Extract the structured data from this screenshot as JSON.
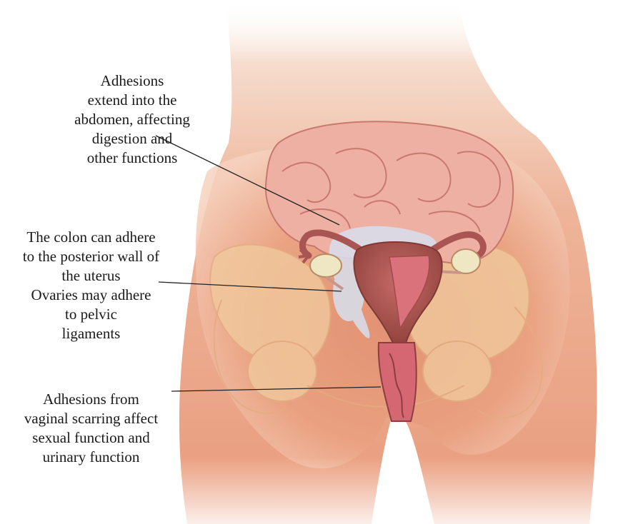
{
  "labels": {
    "abdomen": [
      "Adhesions",
      "extend into the",
      "abdomen, affecting",
      "digestion and",
      "other functions"
    ],
    "colon": [
      "The colon can adhere",
      "to the posterior wall of",
      "the uterus"
    ],
    "ovaries": [
      "Ovaries may adhere",
      "to pelvic",
      "ligaments"
    ],
    "vaginal": [
      "Adhesions from",
      "vaginal scarring affect",
      "sexual function and",
      "urinary function"
    ]
  },
  "colors": {
    "skin": "#e9a07f",
    "skin_light": "#f6d2bf",
    "bone": "#f1c99d",
    "intestine": "#eeb0a2",
    "intestine_outline": "#c9786e",
    "uterus": "#b05a58",
    "uterus_inner": "#d9727a",
    "ovary": "#efe7c4",
    "adhesion": "#d8e0ef",
    "leader_line": "#222222"
  }
}
